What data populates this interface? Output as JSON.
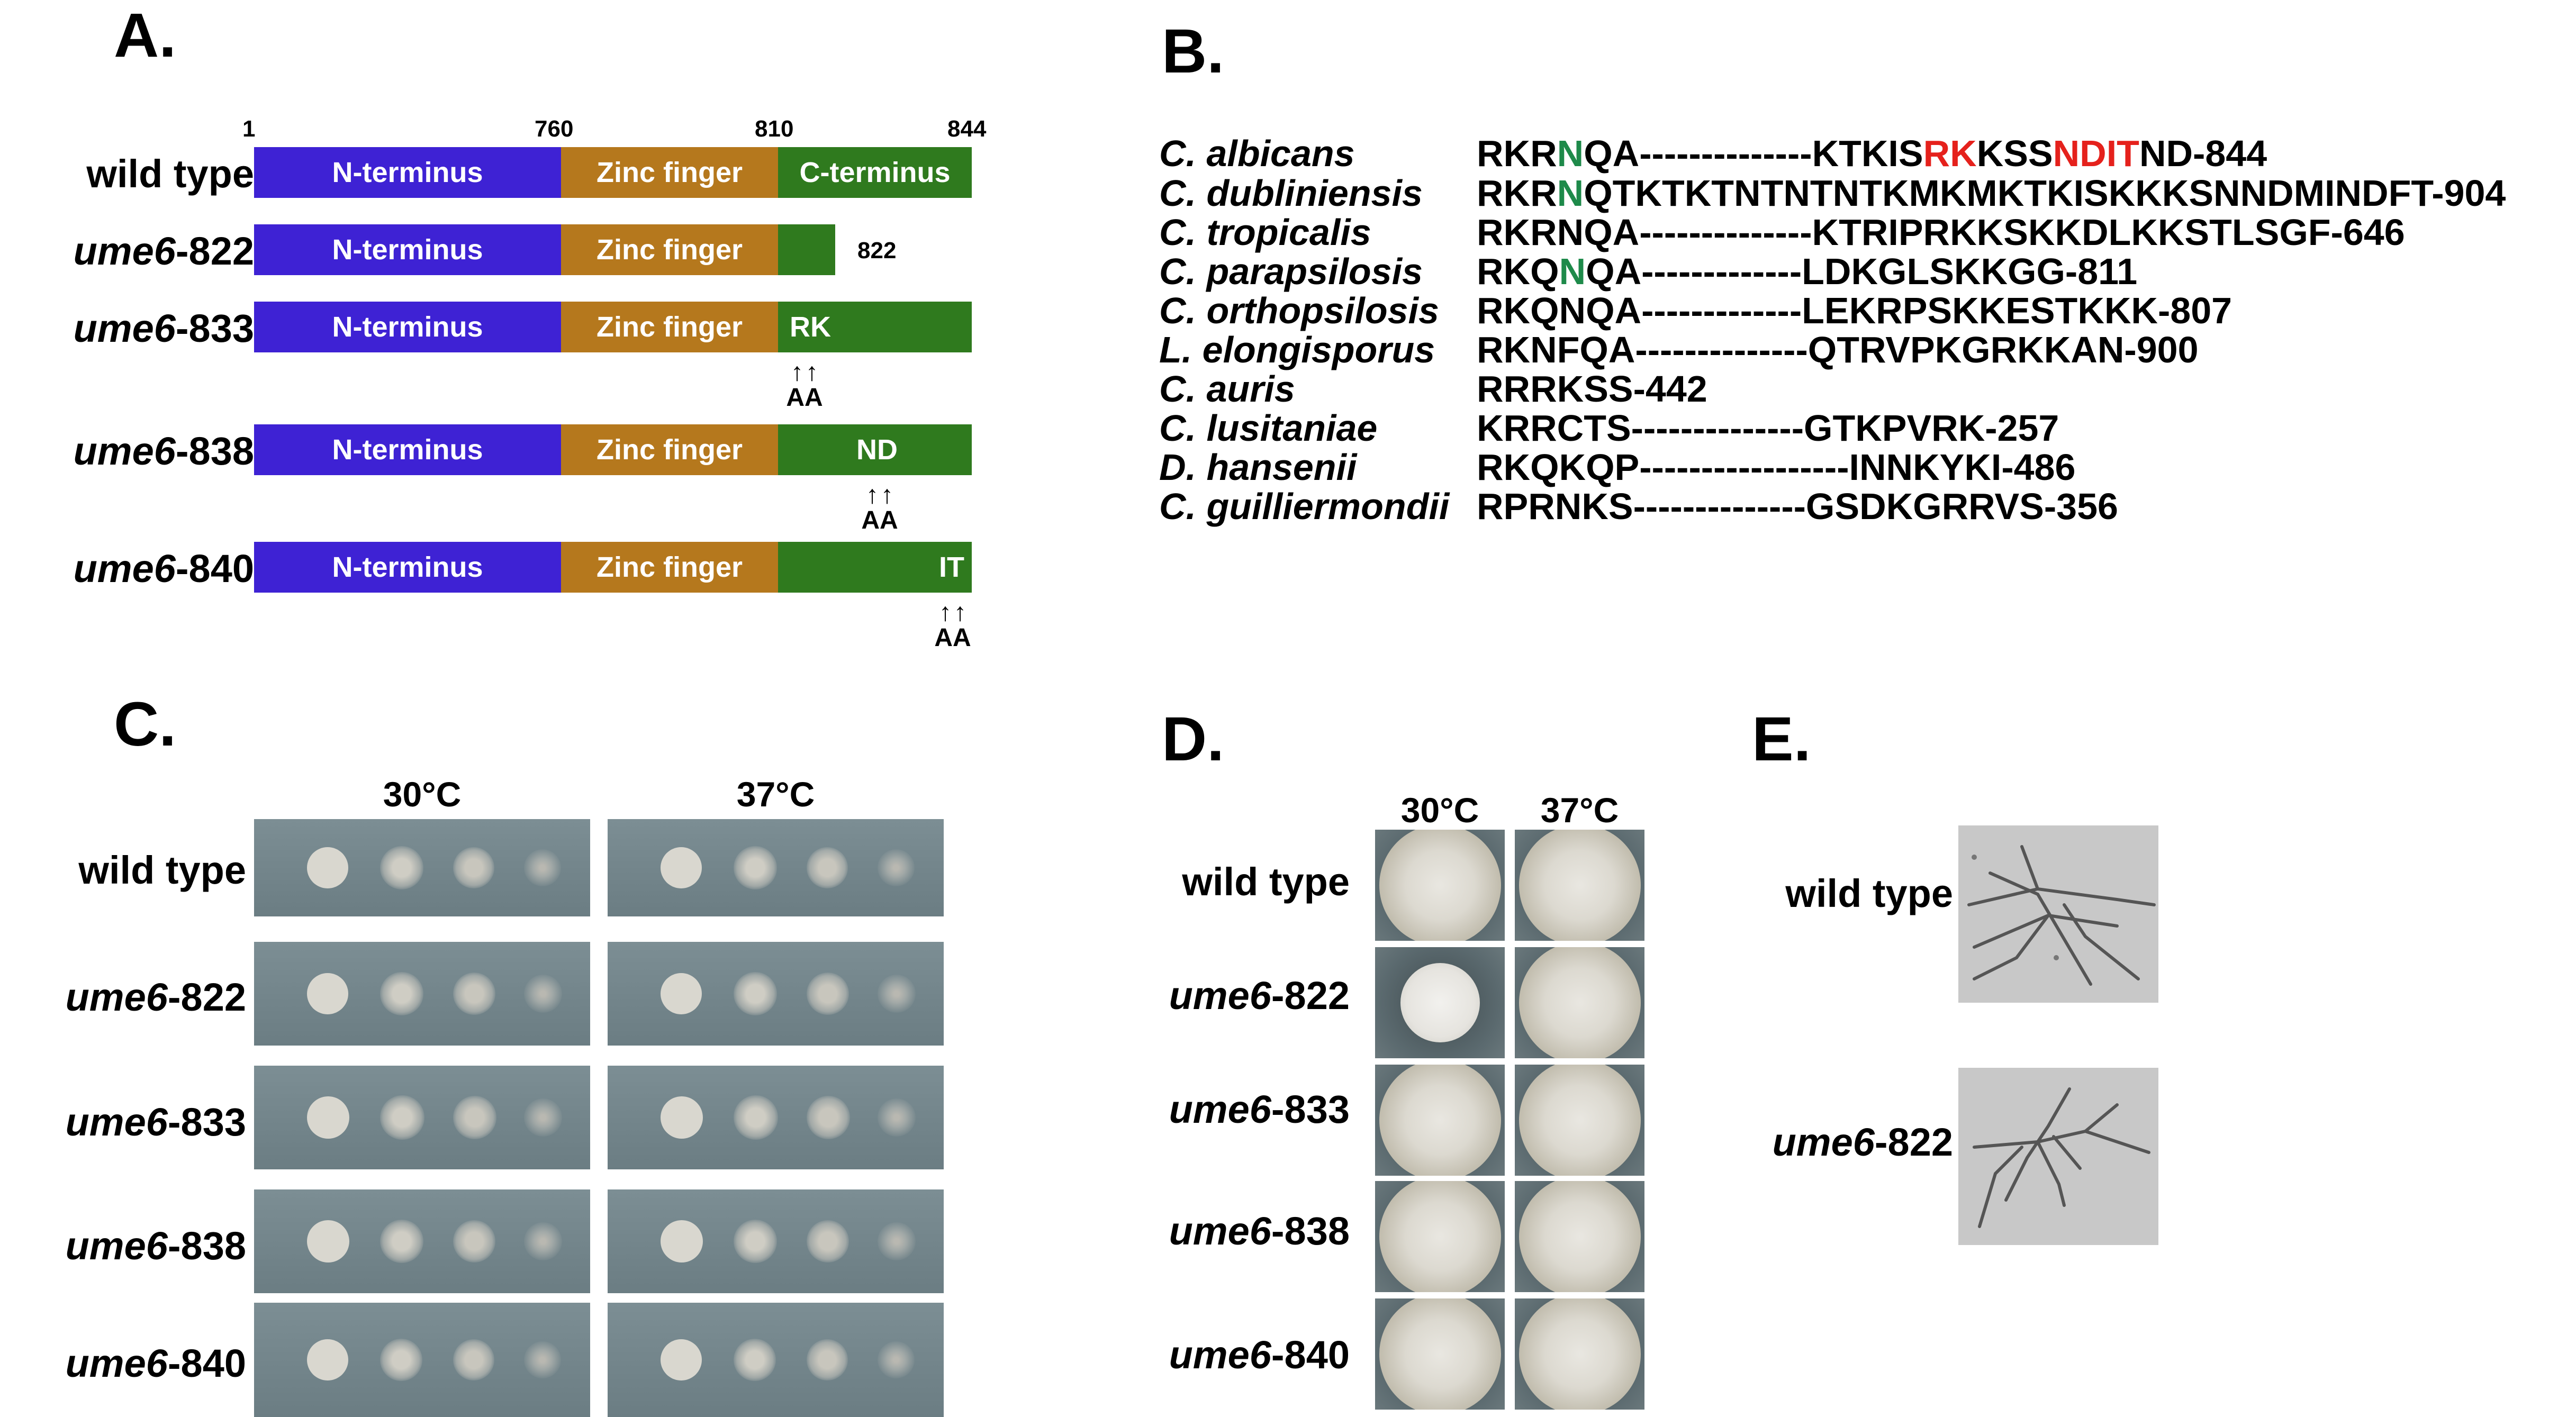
{
  "panels": {
    "a": "A.",
    "b": "B.",
    "c": "C.",
    "d": "D.",
    "e": "E."
  },
  "panel_a": {
    "positions": [
      "1",
      "760",
      "810",
      "844"
    ],
    "rows": [
      {
        "label_italic": "",
        "label_rest": "wild type",
        "segments": [
          "N-terminus",
          "Zinc finger",
          "C-terminus"
        ],
        "end_label": "",
        "mut": "",
        "arrow_text": ""
      },
      {
        "label_italic": "ume6",
        "label_rest": "-822",
        "segments": [
          "N-terminus",
          "Zinc finger",
          ""
        ],
        "end_label": "822",
        "mut": "",
        "arrow_text": ""
      },
      {
        "label_italic": "ume6",
        "label_rest": "-833",
        "segments": [
          "N-terminus",
          "Zinc finger",
          ""
        ],
        "end_label": "",
        "mut": "RK",
        "arrow_text": "AA"
      },
      {
        "label_italic": "ume6",
        "label_rest": "-838",
        "segments": [
          "N-terminus",
          "Zinc finger",
          ""
        ],
        "end_label": "",
        "mut": "ND",
        "arrow_text": "AA"
      },
      {
        "label_italic": "ume6",
        "label_rest": "-840",
        "segments": [
          "N-terminus",
          "Zinc finger",
          ""
        ],
        "end_label": "",
        "mut": "IT",
        "arrow_text": "AA"
      }
    ],
    "colors": {
      "nterm": "#3e22d4",
      "zinc": "#b5781d",
      "cterm": "#2f7a1e"
    }
  },
  "panel_b": {
    "rows": [
      {
        "species": "C. albicans",
        "seq": [
          [
            "RKR",
            ""
          ],
          [
            "N",
            "green"
          ],
          [
            "QA--------------KTKIS",
            ""
          ],
          [
            "RK",
            "red"
          ],
          [
            "KSS",
            ""
          ],
          [
            "NDIT",
            "red"
          ],
          [
            "ND-844",
            ""
          ]
        ]
      },
      {
        "species": "C. dubliniensis",
        "seq": [
          [
            "RKR",
            ""
          ],
          [
            "N",
            "green"
          ],
          [
            "QTKTKTNTNTNTKMKMKTKISKKKSNNDMINDFT-904",
            ""
          ]
        ]
      },
      {
        "species": "C. tropicalis",
        "seq": [
          [
            "RKRNQA--------------KTRIPRKKSKKDLKKSTLSGF-646",
            ""
          ]
        ]
      },
      {
        "species": "C. parapsilosis",
        "seq": [
          [
            "RKQ",
            ""
          ],
          [
            "N",
            "green"
          ],
          [
            "QA-------------LDKGLSKKGG-811",
            ""
          ]
        ]
      },
      {
        "species": "C. orthopsilosis",
        "seq": [
          [
            "RKQNQA-------------LEKRPSKKESTKKK-807",
            ""
          ]
        ]
      },
      {
        "species": "L. elongisporus",
        "seq": [
          [
            "RKNFQA--------------QTRVPKGRKKAN-900",
            ""
          ]
        ]
      },
      {
        "species": "C. auris",
        "seq": [
          [
            "RRRKSS-442",
            ""
          ]
        ]
      },
      {
        "species": "C. lusitaniae",
        "seq": [
          [
            "KRRCTS--------------GTKPVRK-257",
            ""
          ]
        ]
      },
      {
        "species": "D. hansenii",
        "seq": [
          [
            "RKQKQP-----------------INNKYKI-486",
            ""
          ]
        ]
      },
      {
        "species": "C. guilliermondii",
        "seq": [
          [
            "RPRNKS--------------GSDKGRRVS-356",
            ""
          ]
        ]
      }
    ]
  },
  "panel_c": {
    "temps": [
      "30°C",
      "37°C"
    ],
    "rows": [
      {
        "label_italic": "",
        "label_rest": "wild type"
      },
      {
        "label_italic": "ume6",
        "label_rest": "-822"
      },
      {
        "label_italic": "ume6",
        "label_rest": "-833"
      },
      {
        "label_italic": "ume6",
        "label_rest": "-838"
      },
      {
        "label_italic": "ume6",
        "label_rest": "-840"
      }
    ]
  },
  "panel_d": {
    "temps": [
      "30°C",
      "37°C"
    ],
    "rows": [
      {
        "label_italic": "",
        "label_rest": "wild type"
      },
      {
        "label_italic": "ume6",
        "label_rest": "-822"
      },
      {
        "label_italic": "ume6",
        "label_rest": "-833"
      },
      {
        "label_italic": "ume6",
        "label_rest": "-838"
      },
      {
        "label_italic": "ume6",
        "label_rest": "-840"
      }
    ]
  },
  "panel_e": {
    "rows": [
      {
        "label_italic": "",
        "label_rest": "wild type"
      },
      {
        "label_italic": "ume6",
        "label_rest": "-822"
      }
    ]
  }
}
